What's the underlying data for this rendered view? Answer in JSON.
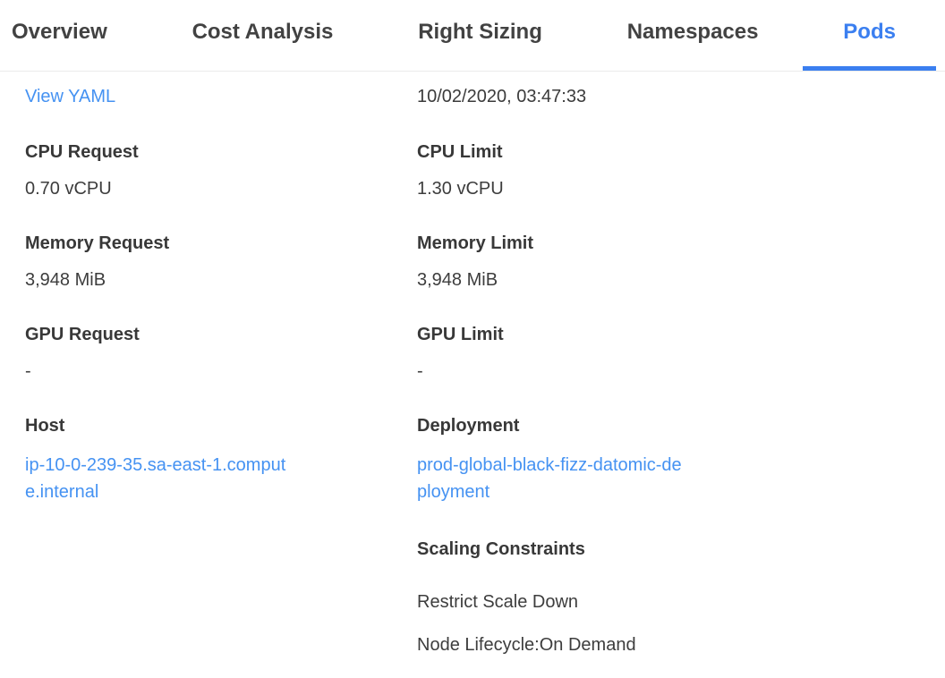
{
  "tabs": {
    "items": [
      {
        "label": "Overview",
        "active": false
      },
      {
        "label": "Cost Analysis",
        "active": false
      },
      {
        "label": "Right Sizing",
        "active": false
      },
      {
        "label": "Namespaces",
        "active": false
      },
      {
        "label": "Pods",
        "active": true
      }
    ]
  },
  "detail": {
    "view_yaml_label": "View YAML",
    "timestamp": "10/02/2020, 03:47:33",
    "fields": {
      "cpu_request": {
        "label": "CPU Request",
        "value": "0.70 vCPU"
      },
      "cpu_limit": {
        "label": "CPU Limit",
        "value": "1.30 vCPU"
      },
      "memory_request": {
        "label": "Memory Request",
        "value": "3,948 MiB"
      },
      "memory_limit": {
        "label": "Memory Limit",
        "value": "3,948 MiB"
      },
      "gpu_request": {
        "label": "GPU Request",
        "value": "-"
      },
      "gpu_limit": {
        "label": "GPU Limit",
        "value": "-"
      },
      "host": {
        "label": "Host",
        "value": "ip-10-0-239-35.sa-east-1.compute.internal"
      },
      "deployment": {
        "label": "Deployment",
        "value": "prod-global-black-fizz-datomic-deployment"
      }
    },
    "scaling_constraints": {
      "label": "Scaling Constraints",
      "items": [
        "Restrict Scale Down",
        "Node Lifecycle:On Demand"
      ]
    }
  },
  "colors": {
    "accent_blue": "#3b7ff0",
    "link_blue": "#4592f2",
    "text_dark": "#3b3b3b",
    "tab_text": "#424242",
    "divider": "#ebebeb"
  }
}
